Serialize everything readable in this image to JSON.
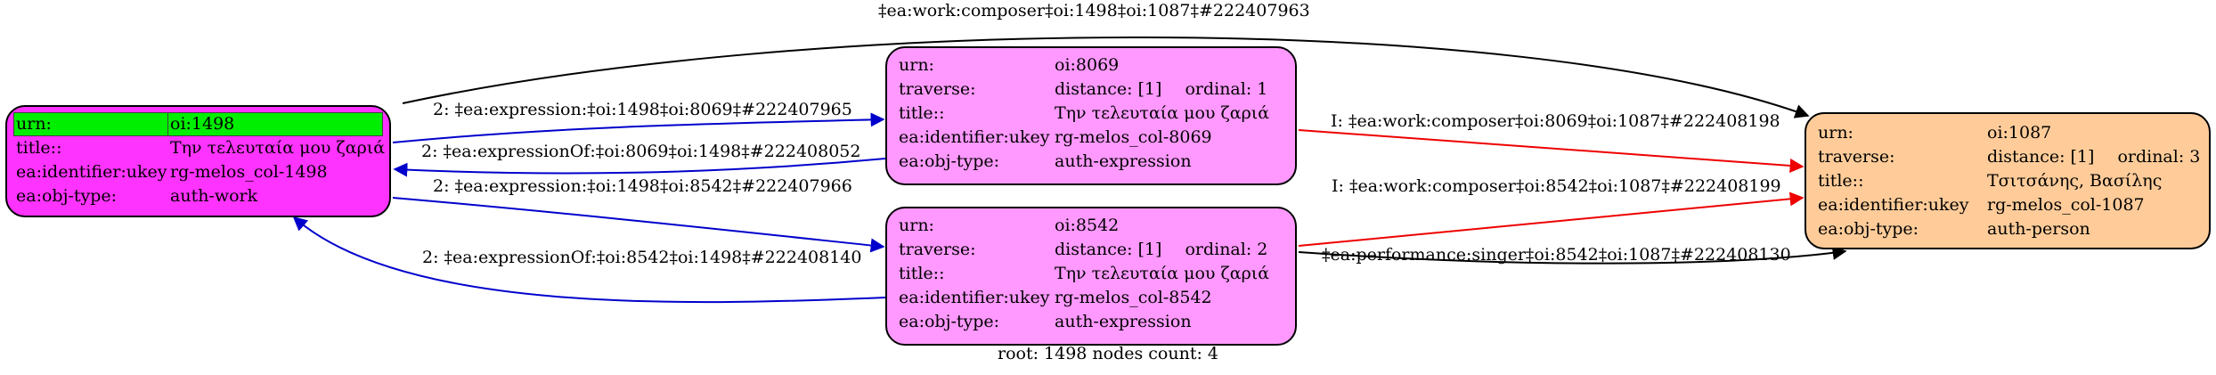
{
  "diagram": {
    "footer": "root: 1498 nodes count: 4",
    "colors": {
      "root_fill": "#ff33ff",
      "highlight_row": "#00ee00",
      "expression_fill": "#ff99ff",
      "person_fill": "#ffcc99",
      "edge_blue": "#0000cc",
      "edge_red": "#ee0000",
      "edge_black": "#000000"
    },
    "nodes": {
      "n1498": {
        "rows": [
          {
            "k": "urn:",
            "v": "oi:1498"
          },
          {
            "k": "title::",
            "v": "Την τελευταία μου ζαριά"
          },
          {
            "k": "ea:identifier:ukey",
            "v": "rg-melos_col-1498"
          },
          {
            "k": "ea:obj-type:",
            "v": "auth-work"
          }
        ]
      },
      "n8069": {
        "rows": [
          {
            "k": "urn:",
            "v": "oi:8069"
          },
          {
            "k": "traverse:",
            "v": "distance: [1]",
            "v2": "ordinal: 1"
          },
          {
            "k": "title::",
            "v": "Την τελευταία μου ζαριά"
          },
          {
            "k": "ea:identifier:ukey",
            "v": "rg-melos_col-8069"
          },
          {
            "k": "ea:obj-type:",
            "v": "auth-expression"
          }
        ]
      },
      "n8542": {
        "rows": [
          {
            "k": "urn:",
            "v": "oi:8542"
          },
          {
            "k": "traverse:",
            "v": "distance: [1]",
            "v2": "ordinal: 2"
          },
          {
            "k": "title::",
            "v": "Την τελευταία μου ζαριά"
          },
          {
            "k": "ea:identifier:ukey",
            "v": "rg-melos_col-8542"
          },
          {
            "k": "ea:obj-type:",
            "v": "auth-expression"
          }
        ]
      },
      "n1087": {
        "rows": [
          {
            "k": "urn:",
            "v": "oi:1087"
          },
          {
            "k": "traverse:",
            "v": "distance: [1]",
            "v2": "ordinal: 3"
          },
          {
            "k": "title::",
            "v": "Τσιτσάνης, Βασίλης"
          },
          {
            "k": "ea:identifier:ukey",
            "v": "rg-melos_col-1087"
          },
          {
            "k": "ea:obj-type:",
            "v": "auth-person"
          }
        ]
      }
    },
    "edges": {
      "composer_1498": "‡ea:work:composer‡oi:1498‡oi:1087‡#222407963",
      "expr_8069": "2: ‡ea:expression:‡oi:1498‡oi:8069‡#222407965",
      "exprof_8069": "2: ‡ea:expressionOf:‡oi:8069‡oi:1498‡#222408052",
      "expr_8542": "2: ‡ea:expression:‡oi:1498‡oi:8542‡#222407966",
      "exprof_8542": "2: ‡ea:expressionOf:‡oi:8542‡oi:1498‡#222408140",
      "composer_8069": "I: ‡ea:work:composer‡oi:8069‡oi:1087‡#222408198",
      "composer_8542": "I: ‡ea:work:composer‡oi:8542‡oi:1087‡#222408199",
      "singer_8542": "‡ea:performance:singer‡oi:8542‡oi:1087‡#222408130"
    }
  }
}
